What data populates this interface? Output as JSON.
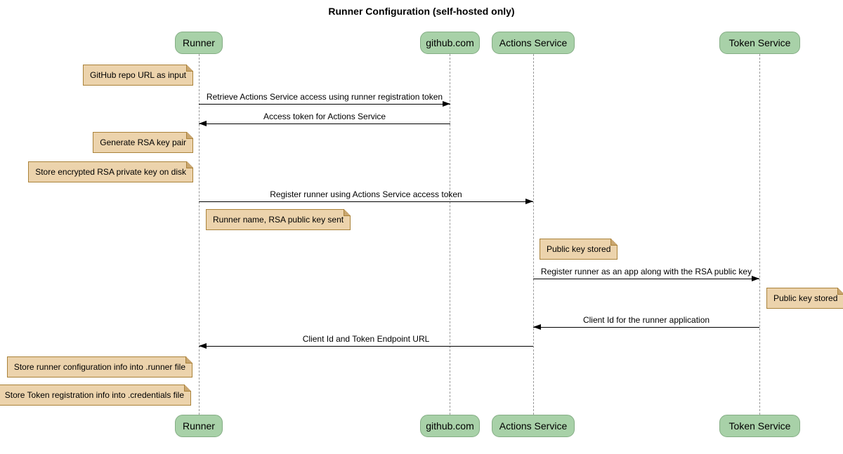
{
  "title": "Runner Configuration (self-hosted only)",
  "participants": [
    {
      "label": "Runner"
    },
    {
      "label": "github.com"
    },
    {
      "label": "Actions Service"
    },
    {
      "label": "Token Service"
    }
  ],
  "notes": [
    {
      "text": "GitHub repo URL as input",
      "anchor": "Runner"
    },
    {
      "text": "Generate RSA key pair",
      "anchor": "Runner"
    },
    {
      "text": "Store encrypted RSA private key on disk",
      "anchor": "Runner"
    },
    {
      "text": "Runner name, RSA public key sent",
      "anchor": "Runner"
    },
    {
      "text": "Public key stored",
      "anchor": "Actions Service"
    },
    {
      "text": "Public key stored",
      "anchor": "Token Service"
    },
    {
      "text": "Store runner configuration info into .runner file",
      "anchor": "Runner"
    },
    {
      "text": "Store Token registration info into .credentials file",
      "anchor": "Runner"
    }
  ],
  "messages": [
    {
      "text": "Retrieve Actions Service access using runner registration token",
      "from": "Runner",
      "to": "github.com"
    },
    {
      "text": "Access token for Actions Service",
      "from": "github.com",
      "to": "Runner"
    },
    {
      "text": "Register runner using Actions Service access token",
      "from": "Runner",
      "to": "Actions Service"
    },
    {
      "text": "Register runner as an app along with the RSA public key",
      "from": "Actions Service",
      "to": "Token Service"
    },
    {
      "text": "Client Id for the runner application",
      "from": "Token Service",
      "to": "Actions Service"
    },
    {
      "text": "Client Id and Token Endpoint URL",
      "from": "Actions Service",
      "to": "Runner"
    }
  ],
  "colors": {
    "participant_fill": "#a8d1a8",
    "participant_border": "#84ad84",
    "note_fill": "#ecd3ac",
    "note_border": "#aa8239",
    "lifeline": "#999999",
    "message_line": "#000000",
    "background": "#ffffff"
  }
}
